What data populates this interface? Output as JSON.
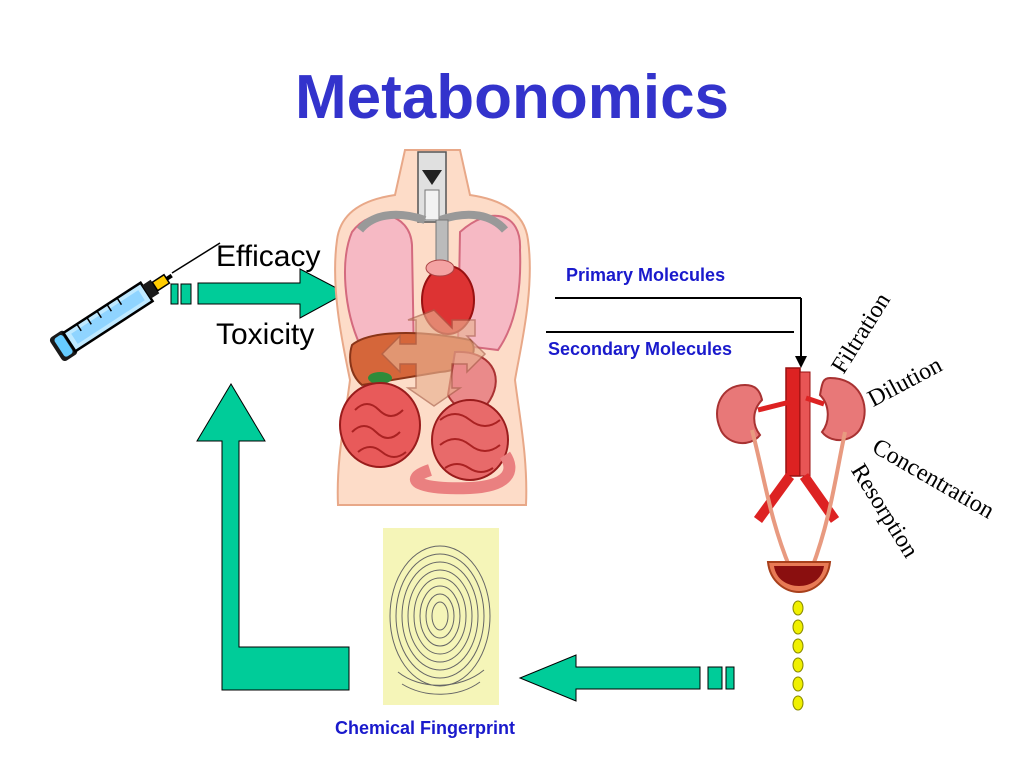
{
  "title": "Metabonomics",
  "labels": {
    "efficacy": "Efficacy",
    "toxicity": "Toxicity",
    "primary_molecules": "Primary Molecules",
    "secondary_molecules": "Secondary Molecules",
    "chemical_fingerprint": "Chemical Fingerprint",
    "filtration": "Filtration",
    "dilution": "Dilution",
    "concentration": "Concentration",
    "resorption": "Resorption"
  },
  "colors": {
    "title": "#3333cc",
    "blue_label": "#1a1acc",
    "arrow_fill": "#00cc99",
    "fingerprint_bg": "#f5f5b8"
  },
  "icons": [
    "syringe-icon",
    "torso-organs-icon",
    "kidney-urinary-icon",
    "fingerprint-icon"
  ]
}
